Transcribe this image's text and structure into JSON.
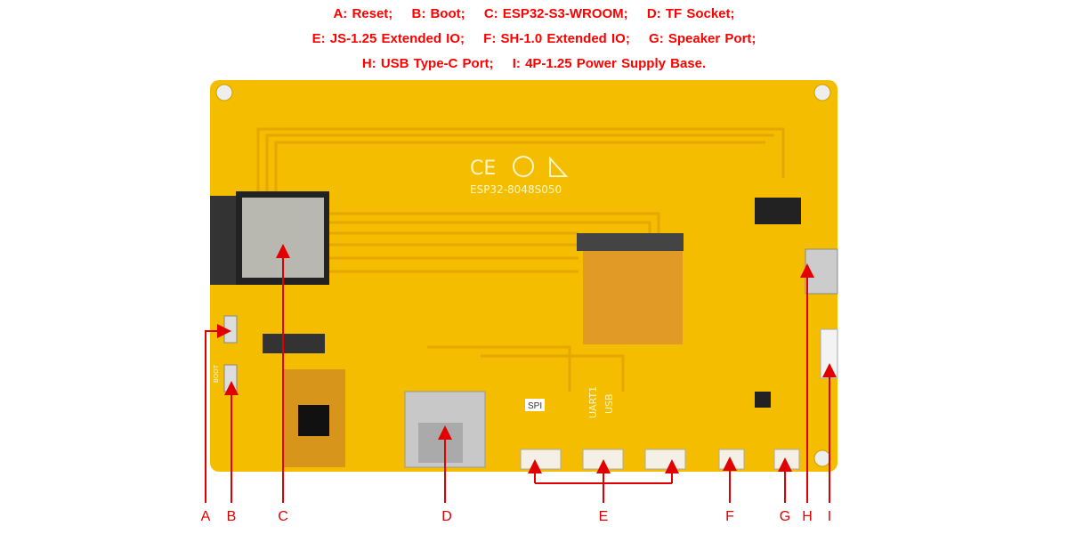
{
  "legend": {
    "rows": [
      [
        "A: Reset;",
        "B: Boot;",
        "C: ESP32-S3-WROOM;",
        "D: TF Socket;"
      ],
      [
        "E: JS-1.25 Extended IO;",
        "F: SH-1.0 Extended IO;",
        "G: Speaker Port;"
      ],
      [
        "H: USB Type-C Port;",
        "I: 4P-1.25 Power Supply Base."
      ]
    ]
  },
  "board": {
    "model": "ESP32-8048S050",
    "silkscreen": {
      "spi": "SPI",
      "uart": "UART1",
      "usb": "USB",
      "boot": "BOOT"
    }
  },
  "callouts": [
    "A",
    "B",
    "C",
    "D",
    "E",
    "F",
    "G",
    "H",
    "I"
  ],
  "colors": {
    "label": "#e10000",
    "board": "#f4bd00",
    "trace": "#e6a800"
  }
}
